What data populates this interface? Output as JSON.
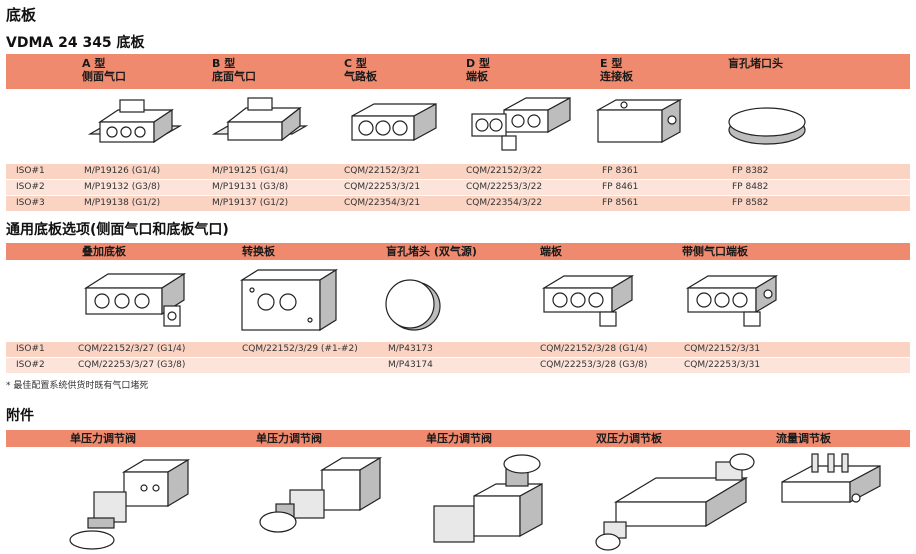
{
  "titles": {
    "base": "底板",
    "vdma": "VDMA 24 345 底板",
    "options": "通用底板选项(侧面气口和底板气口)",
    "accessories": "附件"
  },
  "table1": {
    "headers": [
      {
        "l1": "A 型",
        "l2": "侧面气口"
      },
      {
        "l1": "B 型",
        "l2": "底面气口"
      },
      {
        "l1": "C 型",
        "l2": "气路板"
      },
      {
        "l1": "D 型",
        "l2": "端板"
      },
      {
        "l1": "E 型",
        "l2": "连接板"
      },
      {
        "l1": "盲孔堵口头",
        "l2": ""
      }
    ],
    "rows": [
      {
        "label": "ISO#1",
        "cells": [
          "M/P19126 (G1/4)",
          "M/P19125 (G1/4)",
          "CQM/22152/3/21",
          "CQM/22152/3/22",
          "FP 8361",
          "FP 8382"
        ]
      },
      {
        "label": "ISO#2",
        "cells": [
          "M/P19132 (G3/8)",
          "M/P19131 (G3/8)",
          "CQM/22253/3/21",
          "CQM/22253/3/22",
          "FP 8461",
          "FP 8482"
        ]
      },
      {
        "label": "ISO#3",
        "cells": [
          "M/P19138 (G1/2)",
          "M/P19137 (G1/2)",
          "CQM/22354/3/21",
          "CQM/22354/3/22",
          "FP 8561",
          "FP 8582"
        ]
      }
    ]
  },
  "table2": {
    "headers": [
      "叠加底板",
      "转换板",
      "盲孔堵头 (双气源)",
      "端板",
      "带侧气口端板"
    ],
    "rows": [
      {
        "label": "ISO#1",
        "cells": [
          "CQM/22152/3/27 (G1/4)",
          "CQM/22152/3/29 (#1-#2)",
          "M/P43173",
          "CQM/22152/3/28 (G1/4)",
          "CQM/22152/3/31"
        ]
      },
      {
        "label": "ISO#2",
        "cells": [
          "CQM/22253/3/27 (G3/8)",
          "",
          "M/P43174",
          "CQM/22253/3/28 (G3/8)",
          "CQM/22253/3/31"
        ]
      }
    ],
    "note": "* 最佳配置系统供货时既有气口堵死"
  },
  "accessories": {
    "headers": [
      "单压力调节阀",
      "单压力调节阀",
      "单压力调节阀",
      "双压力调节板",
      "流量调节板"
    ]
  },
  "colors": {
    "band": "#f08a6f",
    "row_odd": "#fbd3c3",
    "row_even": "#fde4da"
  }
}
